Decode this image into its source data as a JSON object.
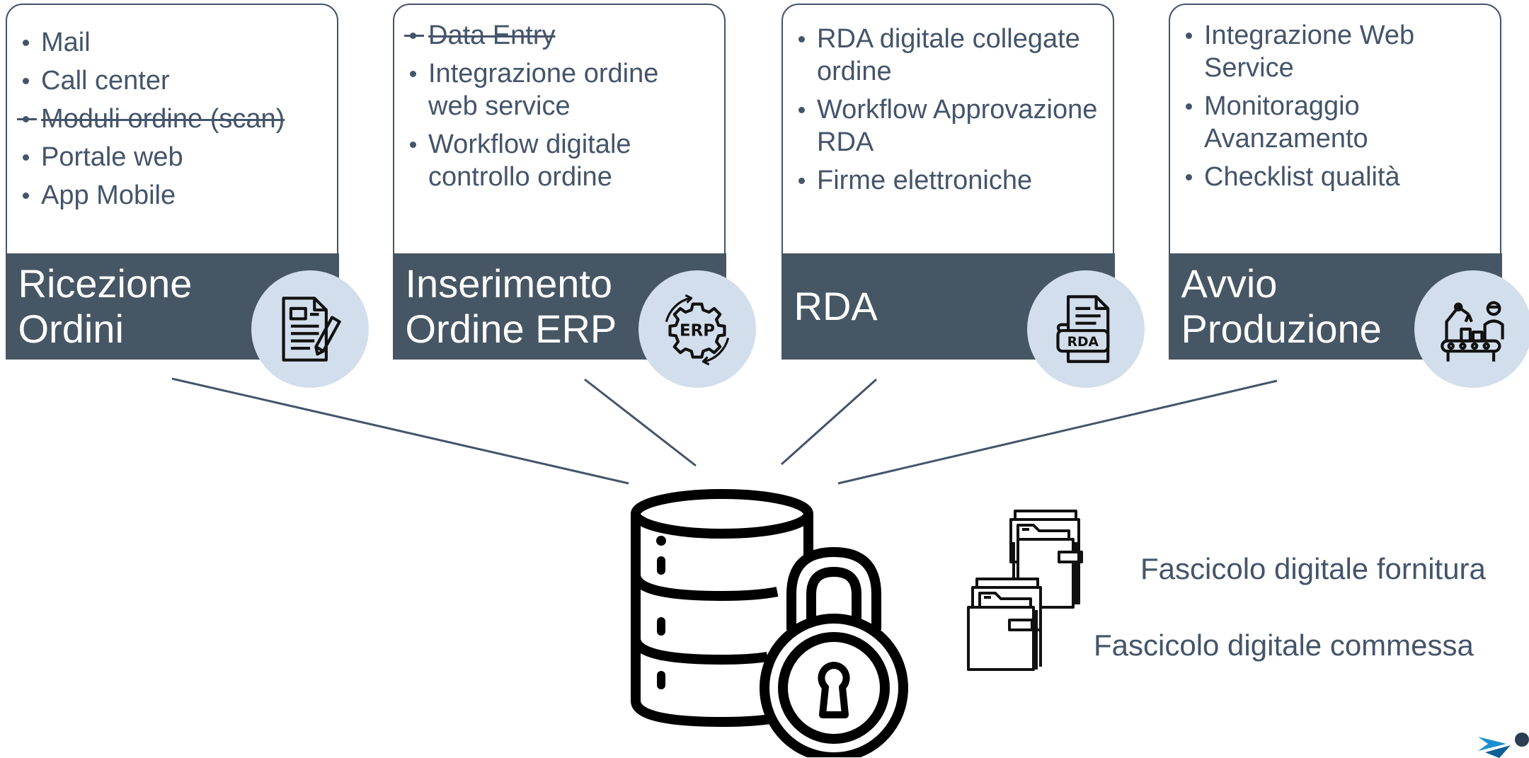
{
  "cards": [
    {
      "title": "Ricezione\nOrdini",
      "icon": "document-pen-icon",
      "items": [
        {
          "text": "Mail",
          "struck": false
        },
        {
          "text": "Call center",
          "struck": false
        },
        {
          "text": "Moduli ordine (scan)",
          "struck": true
        },
        {
          "text": "Portale web",
          "struck": false
        },
        {
          "text": "App Mobile",
          "struck": false
        }
      ]
    },
    {
      "title": "Inserimento\nOrdine ERP",
      "icon": "erp-gear-icon",
      "icon_text": "ERP",
      "items": [
        {
          "text": "Data Entry",
          "struck": true
        },
        {
          "text": "Integrazione ordine web service",
          "struck": false
        },
        {
          "text": "Workflow digitale controllo ordine",
          "struck": false
        }
      ]
    },
    {
      "title": "RDA",
      "icon": "rda-document-icon",
      "icon_text": "RDA",
      "items": [
        {
          "text": "RDA digitale collegate ordine",
          "struck": false
        },
        {
          "text": "Workflow Approvazione RDA",
          "struck": false
        },
        {
          "text": "Firme elettroniche",
          "struck": false
        }
      ]
    },
    {
      "title": "Avvio\nProduzione",
      "icon": "factory-conveyor-icon",
      "items": [
        {
          "text": "Integrazione Web Service",
          "struck": false
        },
        {
          "text": "Monitoraggio Avanzamento",
          "struck": false
        },
        {
          "text": "Checklist qualità",
          "struck": false
        }
      ]
    }
  ],
  "center_icon": "database-lock-icon",
  "folders_icon": "folders-icon",
  "folder_labels": {
    "fornitura": "Fascicolo digitale fornitura",
    "commessa": "Fascicolo digitale commessa"
  },
  "colors": {
    "banner": "#465664",
    "text": "#44546a",
    "badge": "#d3deec"
  }
}
